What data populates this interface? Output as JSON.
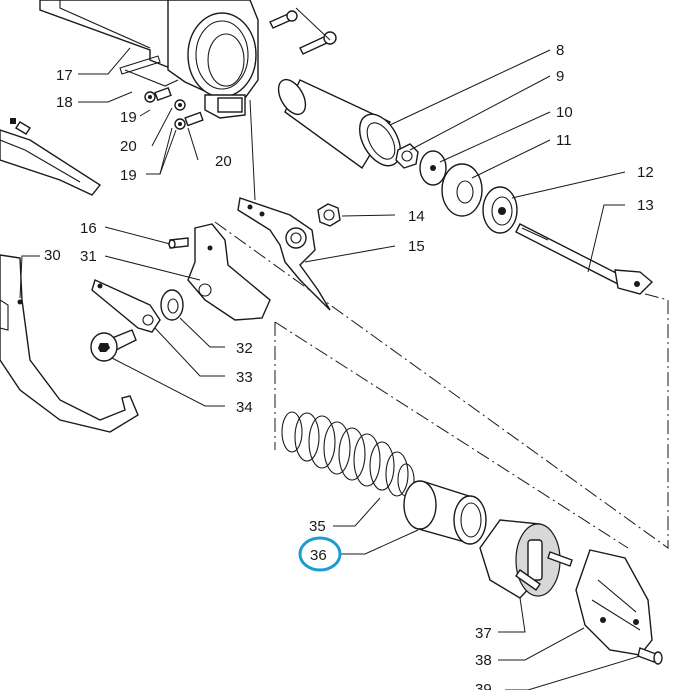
{
  "labels": {
    "p8": "8",
    "p9": "9",
    "p10": "10",
    "p11": "11",
    "p12": "12",
    "p13": "13",
    "p14": "14",
    "p15": "15",
    "p16": "16",
    "p17": "17",
    "p18": "18",
    "p19a": "19",
    "p19b": "19",
    "p20a": "20",
    "p20b": "20",
    "p30": "30",
    "p31": "31",
    "p32": "32",
    "p33": "33",
    "p34": "34",
    "p35": "35",
    "p36": "36",
    "p37": "37",
    "p38": "38",
    "p39": "39"
  },
  "highlight": {
    "part": "36",
    "color": "#1e9bd7"
  }
}
